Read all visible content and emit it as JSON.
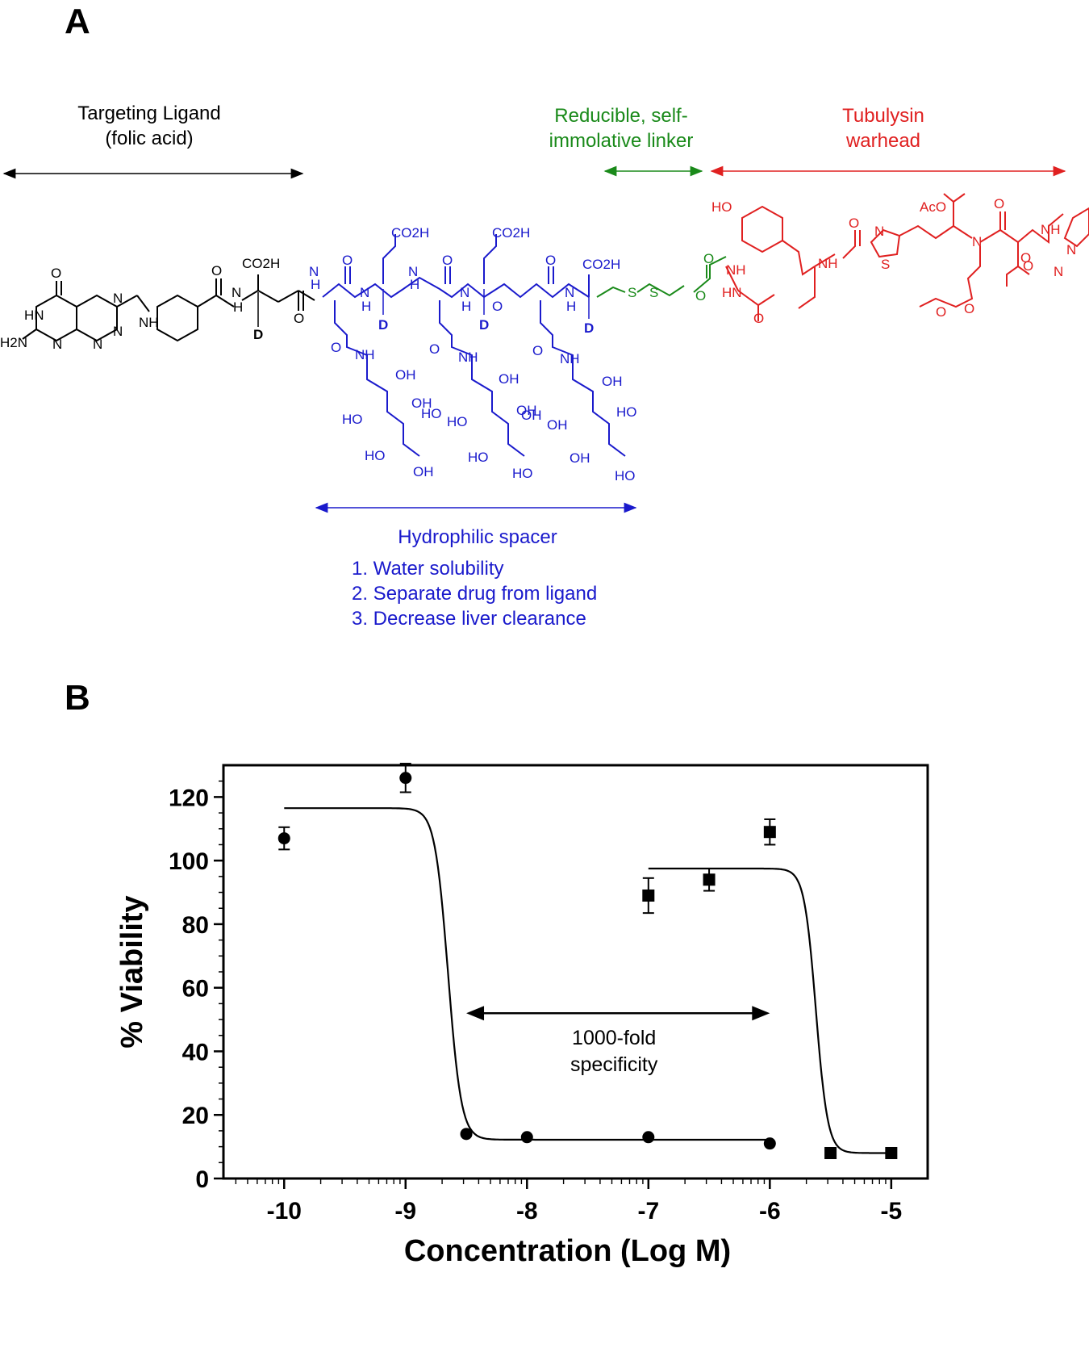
{
  "panel_a": {
    "label": "A",
    "targeting": {
      "line1": "Targeting Ligand",
      "line2": "(folic acid)"
    },
    "linker": {
      "line1": "Reducible, self-",
      "line2": "immolative linker"
    },
    "warhead": {
      "line1": "Tubulysin",
      "line2": "warhead"
    },
    "spacer": {
      "title": "Hydrophilic spacer",
      "items": [
        "1. Water solubility",
        "2. Separate drug from ligand",
        "3. Decrease liver clearance"
      ]
    },
    "colors": {
      "ligand": "#000000",
      "spacer": "#1a1acc",
      "linker": "#1a8a1a",
      "warhead": "#e02020"
    },
    "atoms": {
      "ligand": [
        "O",
        "HN",
        "H2N",
        "N",
        "N",
        "N",
        "N",
        "NH",
        "O",
        "CO2H",
        "N",
        "H",
        "D",
        "O"
      ],
      "spacer": [
        "CO2H",
        "CO2H",
        "N",
        "H",
        "O",
        "N",
        "H",
        "O",
        "N",
        "H",
        "O",
        "N",
        "H",
        "O",
        "CO2H",
        "N",
        "H",
        "D",
        "D",
        "D",
        "O",
        "NH",
        "O",
        "NH",
        "O",
        "NH",
        "OH",
        "HO",
        "OH",
        "HO",
        "OH",
        "OH",
        "HO",
        "OH",
        "HO",
        "OH",
        "OH",
        "HO",
        "OH",
        "HO",
        "OH",
        "HO",
        "HO"
      ],
      "linker": [
        "S",
        "S",
        "O",
        "O",
        "NH",
        "HN"
      ],
      "warhead": [
        "HO",
        "O",
        "N",
        "AcO",
        "O",
        "S",
        "NH",
        "N",
        "O",
        "O",
        "NH",
        "N",
        "O",
        "O",
        "O",
        "N"
      ]
    }
  },
  "panel_b": {
    "label": "B",
    "chart_data": {
      "type": "scatter",
      "xlabel": "Concentration (Log M)",
      "ylabel": "% Viability",
      "xlim": [
        -10.5,
        -4.7
      ],
      "ylim": [
        0,
        130
      ],
      "x_ticks": [
        "-10",
        "-9",
        "-8",
        "-7",
        "-6",
        "-5"
      ],
      "y_ticks": [
        "0",
        "20",
        "40",
        "60",
        "80",
        "100",
        "120"
      ],
      "grid": false,
      "series": [
        {
          "marker": "circle",
          "points": [
            {
              "x": -10,
              "y": 107,
              "err": 3.5
            },
            {
              "x": -9,
              "y": 126,
              "err": 4.5
            },
            {
              "x": -8.5,
              "y": 14,
              "err": 0
            },
            {
              "x": -8,
              "y": 13,
              "err": 0
            },
            {
              "x": -7,
              "y": 13,
              "err": 0
            },
            {
              "x": -6,
              "y": 11,
              "err": 0
            }
          ],
          "fit": {
            "top": 116.5,
            "bottom": 12.2,
            "log_ec50": -8.65,
            "hill": -8,
            "x_range": [
              -10,
              -6
            ]
          }
        },
        {
          "marker": "square",
          "points": [
            {
              "x": -7,
              "y": 89,
              "err": 5.5
            },
            {
              "x": -6.5,
              "y": 94,
              "err": 3.5
            },
            {
              "x": -6,
              "y": 109,
              "err": 4
            },
            {
              "x": -5.5,
              "y": 8,
              "err": 0
            },
            {
              "x": -5,
              "y": 8,
              "err": 0
            }
          ],
          "fit": {
            "top": 97.5,
            "bottom": 8,
            "log_ec50": -5.62,
            "hill": -9,
            "x_range": [
              -7,
              -5
            ]
          }
        }
      ],
      "annotation": {
        "line1": "1000-fold",
        "line2": "specificity",
        "from_x": -8.5,
        "to_x": -6,
        "y": 52
      }
    }
  }
}
